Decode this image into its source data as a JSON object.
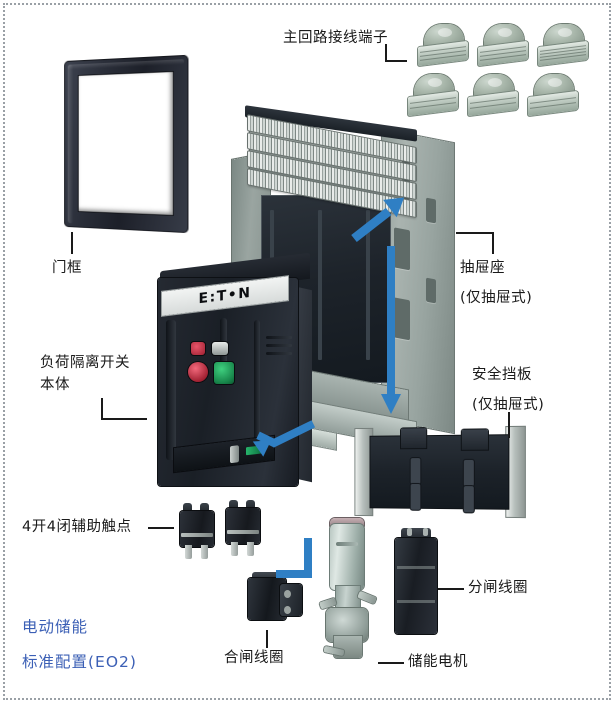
{
  "diagram": {
    "title_implied": "Eaton load isolating switch exploded assembly diagram",
    "brand_label": "E:T•N",
    "accent_blue": "#3b5fb5",
    "arrow_blue": "#2f7fc4"
  },
  "labels": {
    "main_circuit_terminals": "主回路接线端子",
    "door_frame": "门框",
    "switch_body_line1": "负荷隔离开关",
    "switch_body_line2": "本体",
    "drawer_seat_line1": "抽屉座",
    "drawer_seat_line2": "(仅抽屉式)",
    "safety_shutter_line1": "安全挡板",
    "safety_shutter_line2": "(仅抽屉式)",
    "aux_contacts": "4开4闭辅助触点",
    "closing_coil": "合闸线圈",
    "storage_motor": "储能电机",
    "opening_coil": "分闸线圈",
    "motor_energy_line1": "电动储能",
    "motor_energy_line2": "标准配置(EO2)"
  },
  "components": {
    "terminals": [
      {
        "name": "terminal-1"
      },
      {
        "name": "terminal-2"
      },
      {
        "name": "terminal-3"
      },
      {
        "name": "terminal-4"
      },
      {
        "name": "terminal-5"
      },
      {
        "name": "terminal-6"
      }
    ],
    "aux_contact_blocks": [
      {
        "name": "aux-block-1"
      },
      {
        "name": "aux-block-2"
      }
    ],
    "indicators": {
      "red_button": "#a32233",
      "green_button": "#18864b"
    }
  }
}
